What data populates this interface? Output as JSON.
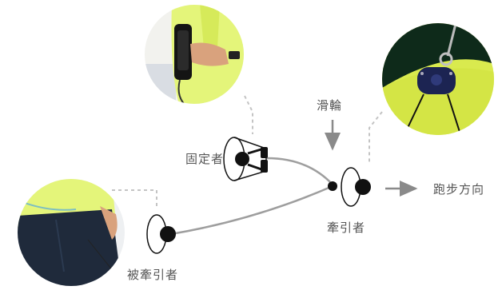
{
  "labels": {
    "anchor": "固定者",
    "pulley": "滑輪",
    "puller": "牽引者",
    "towed": "被牽引者",
    "direction": "跑步方向"
  },
  "colors": {
    "rope": "#9e9e9e",
    "person": "#111111",
    "text": "#555555",
    "dash": "#c4c4c4",
    "arrow": "#8a8a8a",
    "shirt": "#e4f57a",
    "shorts": "#1f2a3b",
    "pulley_body": "#1c2452"
  },
  "icons": [
    "anchor-person-icon",
    "pulley-icon",
    "puller-person-icon",
    "towed-person-icon",
    "direction-arrow-icon"
  ]
}
